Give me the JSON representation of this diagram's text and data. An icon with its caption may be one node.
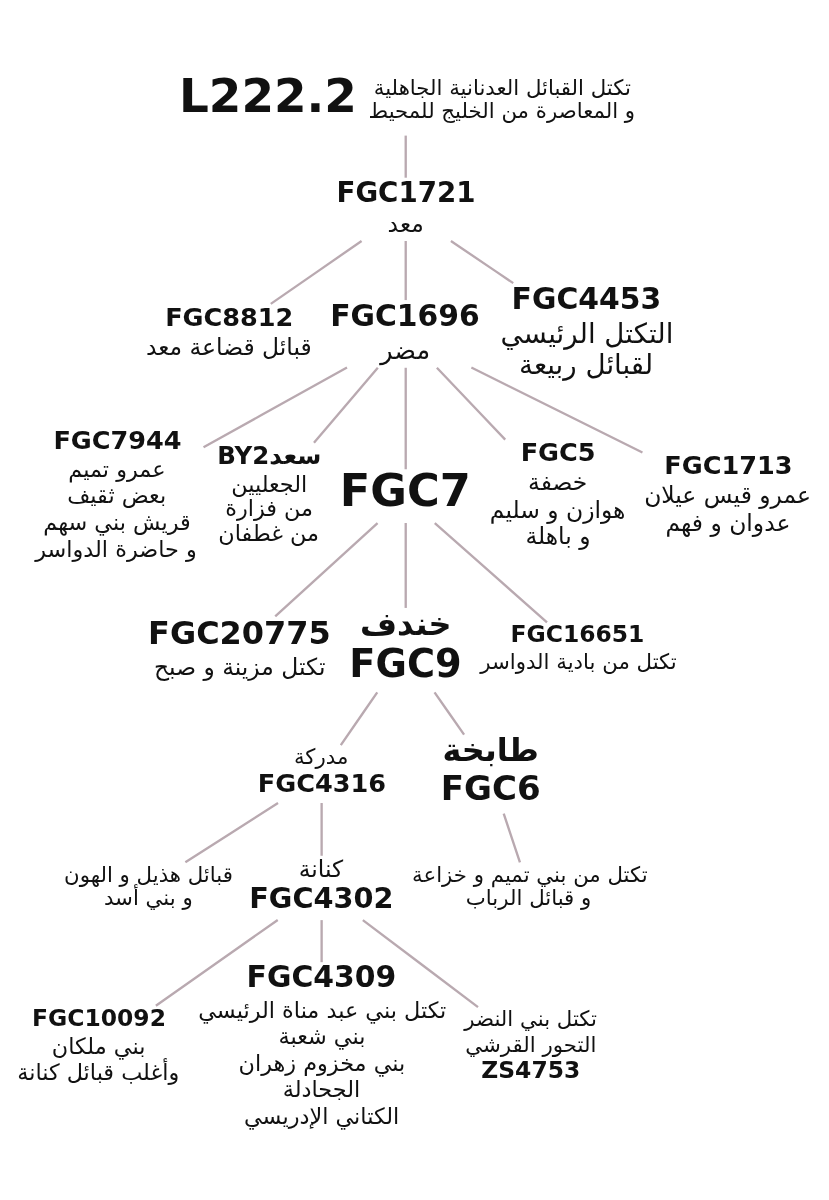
{
  "diagram": {
    "nodes": [
      {
        "text": [
          "L222.2"
        ],
        "beside": [
          "تكتل القبائل العدنانية الجاهلية و المعاصرة من الخليج للمحيط"
        ]
      },
      {
        "text": [
          "FGC1721",
          "معد"
        ]
      },
      {
        "text": [
          "FGC8812",
          "قبائل قضاعة معد"
        ]
      },
      {
        "text": [
          "FGC4453",
          "التكتل الرئيسي لقبائل ربيعة"
        ]
      },
      {
        "text": [
          "FGC1696",
          "مضر"
        ]
      },
      {
        "text": [
          "FGC7944",
          "عمرو تميم",
          "بعض ثقيف",
          "قريش بني سهم",
          "و حاضرة الدواسر"
        ]
      },
      {
        "text": [
          "BY2سعد",
          "الجعليين من فزارة من غطفان"
        ]
      },
      {
        "text": [
          "FGC7"
        ]
      },
      {
        "text": [
          "FGC5",
          "خصفة",
          "هوازن و سليم و باهلة"
        ]
      },
      {
        "text": [
          "FGC1713",
          "عمرو قيس عيلان",
          "عدوان و فهم"
        ]
      },
      {
        "text": [
          "FGC20775",
          "تكتل مزينة و صبح"
        ]
      },
      {
        "text": [
          "خندف",
          "FGC9"
        ]
      },
      {
        "text": [
          "FGC16651",
          "تكتل من بادية الدواسر"
        ]
      },
      {
        "text": [
          "مدركة",
          "FGC4316"
        ]
      },
      {
        "text": [
          "طابخة",
          "FGC6"
        ]
      },
      {
        "text": [
          "قبائل هذيل و الهون و بني أسد"
        ]
      },
      {
        "text": [
          "كنانة",
          "FGC4302"
        ]
      },
      {
        "text": [
          "تكتل من بني تميم و خزاعة و قبائل الرباب"
        ]
      },
      {
        "text": [
          "FGC10092",
          "بني ملكان",
          "وأغلب قبائل كنانة"
        ]
      },
      {
        "text": [
          "FGC4309",
          "تكتل بني عبد مناة الرئيسي",
          "بني شعبة",
          "بني مخزوم زهران",
          "الجحادلة",
          "الكتاني الإدريسي"
        ]
      },
      {
        "text": [
          "تكتل بني النضر",
          "التحور القرشي",
          "ZS4753"
        ]
      }
    ],
    "edges": [
      {
        "from": 0,
        "to": 1,
        "arrow": "none"
      },
      {
        "from": 1,
        "to": 2,
        "arrow": "none"
      },
      {
        "from": 1,
        "to": 4,
        "arrow": "none"
      },
      {
        "from": 1,
        "to": 3,
        "arrow": "none"
      },
      {
        "from": 4,
        "to": 5,
        "arrow": "none"
      },
      {
        "from": 4,
        "to": 6,
        "arrow": "none"
      },
      {
        "from": 4,
        "to": 7,
        "arrow": "none"
      },
      {
        "from": 4,
        "to": 8,
        "arrow": "none"
      },
      {
        "from": 4,
        "to": 9,
        "arrow": "none"
      },
      {
        "from": 7,
        "to": 10,
        "arrow": "none"
      },
      {
        "from": 7,
        "to": 11,
        "arrow": "none"
      },
      {
        "from": 7,
        "to": 12,
        "arrow": "none"
      },
      {
        "from": 11,
        "to": 13,
        "arrow": "none"
      },
      {
        "from": 11,
        "to": 14,
        "arrow": "none"
      },
      {
        "from": 13,
        "to": 15,
        "arrow": "none"
      },
      {
        "from": 13,
        "to": 16,
        "arrow": "none"
      },
      {
        "from": 14,
        "to": 17,
        "arrow": "none"
      },
      {
        "from": 16,
        "to": 18,
        "arrow": "none"
      },
      {
        "from": 16,
        "to": 19,
        "arrow": "none"
      },
      {
        "from": 16,
        "to": 20,
        "arrow": "none"
      }
    ]
  }
}
